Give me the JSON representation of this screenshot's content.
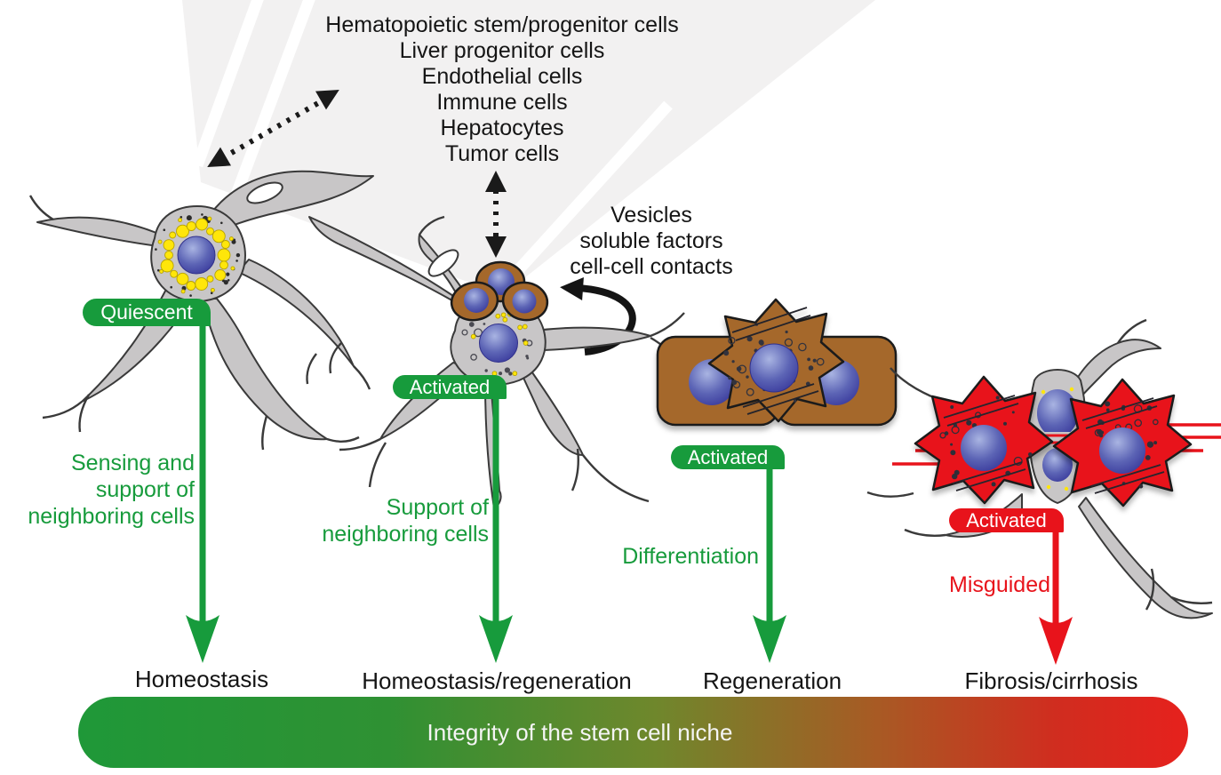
{
  "figure": {
    "niche_cell_types": [
      "Hematopoietic stem/progenitor cells",
      "Liver progenitor cells",
      "Endothelial cells",
      "Immune cells",
      "Hepatocytes",
      "Tumor cells"
    ],
    "signals": [
      "Vesicles",
      "soluble factors",
      "cell-cell contacts"
    ],
    "states": [
      {
        "label": "Quiescent",
        "color": "#179b3c",
        "annotation_lines": [
          "Sensing and",
          "support of",
          "neighboring cells"
        ],
        "outcome": "Homeostasis"
      },
      {
        "label": "Activated",
        "color": "#179b3c",
        "annotation_lines": [
          "Support of",
          "neighboring cells"
        ],
        "outcome": "Homeostasis/regeneration"
      },
      {
        "label": "Activated",
        "color": "#179b3c",
        "annotation_lines": [
          "Differentiation"
        ],
        "outcome": "Regeneration"
      },
      {
        "label": "Activated",
        "color": "#e8131b",
        "annotation_lines": [
          "Misguided"
        ],
        "outcome": "Fibrosis/cirrhosis"
      }
    ],
    "bottom_bar": {
      "label": "Integrity of the stem cell niche",
      "gradient_left": "#1f9838",
      "gradient_right": "#e6211d"
    },
    "colors": {
      "green": "#179b3c",
      "red": "#e8131b",
      "brown": "#a5682b",
      "cell_gray": "#c8c6c7",
      "nucleus_blue": "#3c3c9c",
      "lipid_yellow": "#ffe60a",
      "background_gray": "#f2f1f1",
      "arrow_black": "#1a1a1a"
    }
  }
}
